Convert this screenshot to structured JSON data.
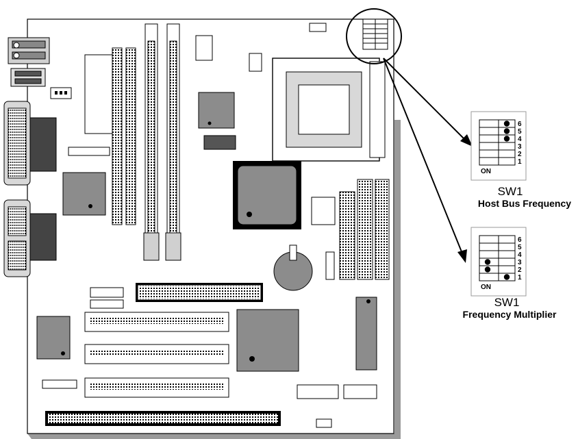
{
  "switch_panels": [
    {
      "title": "SW1",
      "subtitle": "Host Bus Frequency",
      "on_label": "ON",
      "positions": [
        "6",
        "5",
        "4",
        "3",
        "2",
        "1"
      ],
      "dots_on": [
        "6",
        "5",
        "4"
      ]
    },
    {
      "title": "SW1",
      "subtitle": "Frequency Multiplier",
      "on_label": "ON",
      "positions": [
        "6",
        "5",
        "4",
        "3",
        "2",
        "1"
      ],
      "dots_on": [
        "3",
        "2",
        "1"
      ]
    }
  ],
  "colors": {
    "outline": "#000000",
    "chip_gray": "#8c8c8c",
    "dark_gray": "#555555",
    "light_gray": "#d0d0d0",
    "shadow": "#a0a0a0"
  }
}
